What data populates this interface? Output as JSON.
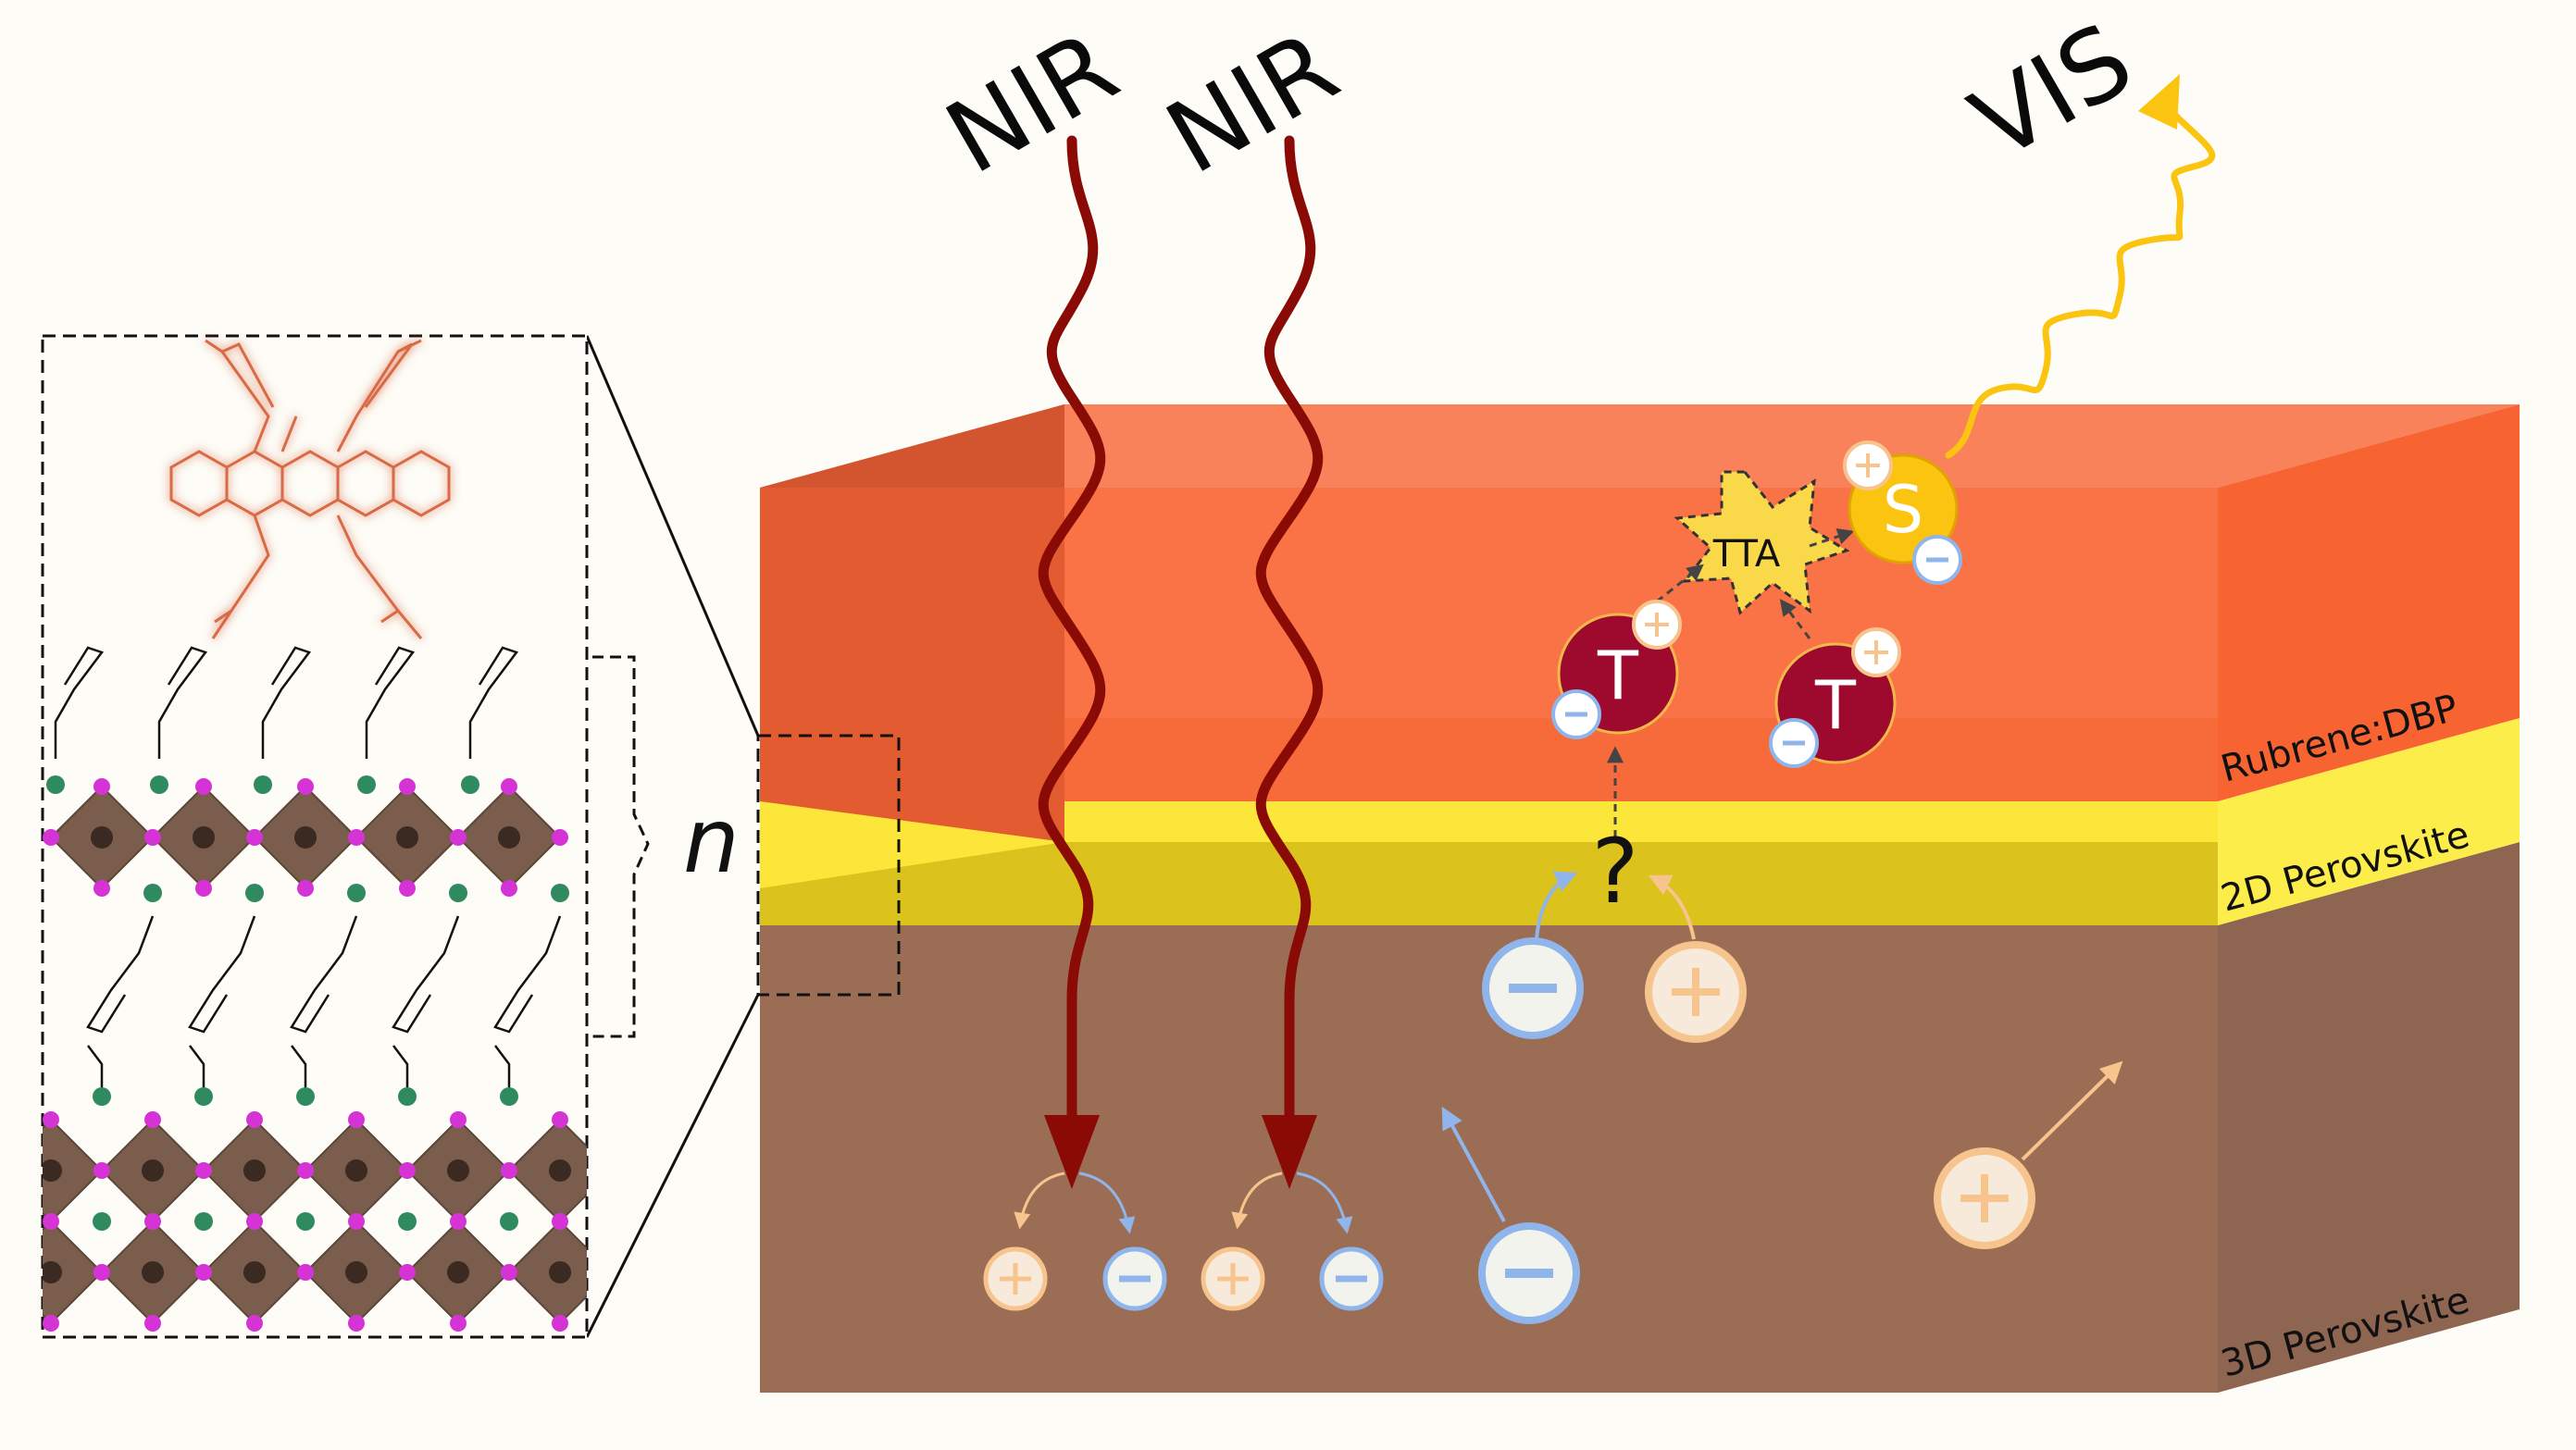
{
  "labels": {
    "nir_1": "NIR",
    "nir_2": "NIR",
    "vis": "VIS",
    "tta": "TTA",
    "question": "?",
    "n": "n",
    "singlet": "S",
    "triplet_1": "T",
    "triplet_2": "T",
    "layer_top": "Rubrene:DBP",
    "layer_mid": "2D Perovskite",
    "layer_bottom": "3D Perovskite"
  },
  "colors": {
    "background": "#fdfcf7",
    "rubrene_front": "#f97346",
    "rubrene_side": "#f76432",
    "rubrene_top": "#f9825a",
    "perovskite_2d": "#dcc21d",
    "perovskite_2d_side": "#fded4a",
    "perovskite_3d": "#9b6d55",
    "nir_wave": "#8a0a05",
    "vis_wave": "#fbc411",
    "triplet": "#9e0a2d",
    "singlet": "#fbc411",
    "electron": "#8fb5ea",
    "hole": "#f8c48e",
    "molecule_glow": "#f08a60",
    "octahedron": "#7a5d4d",
    "halide": "#d633d6",
    "cation": "#2f8a5f"
  },
  "icons": [
    "nir-wave-icon",
    "vis-wave-icon",
    "electron-icon",
    "hole-icon",
    "tta-star-icon",
    "rubrene-molecule-icon",
    "perovskite-octahedron-icon"
  ]
}
